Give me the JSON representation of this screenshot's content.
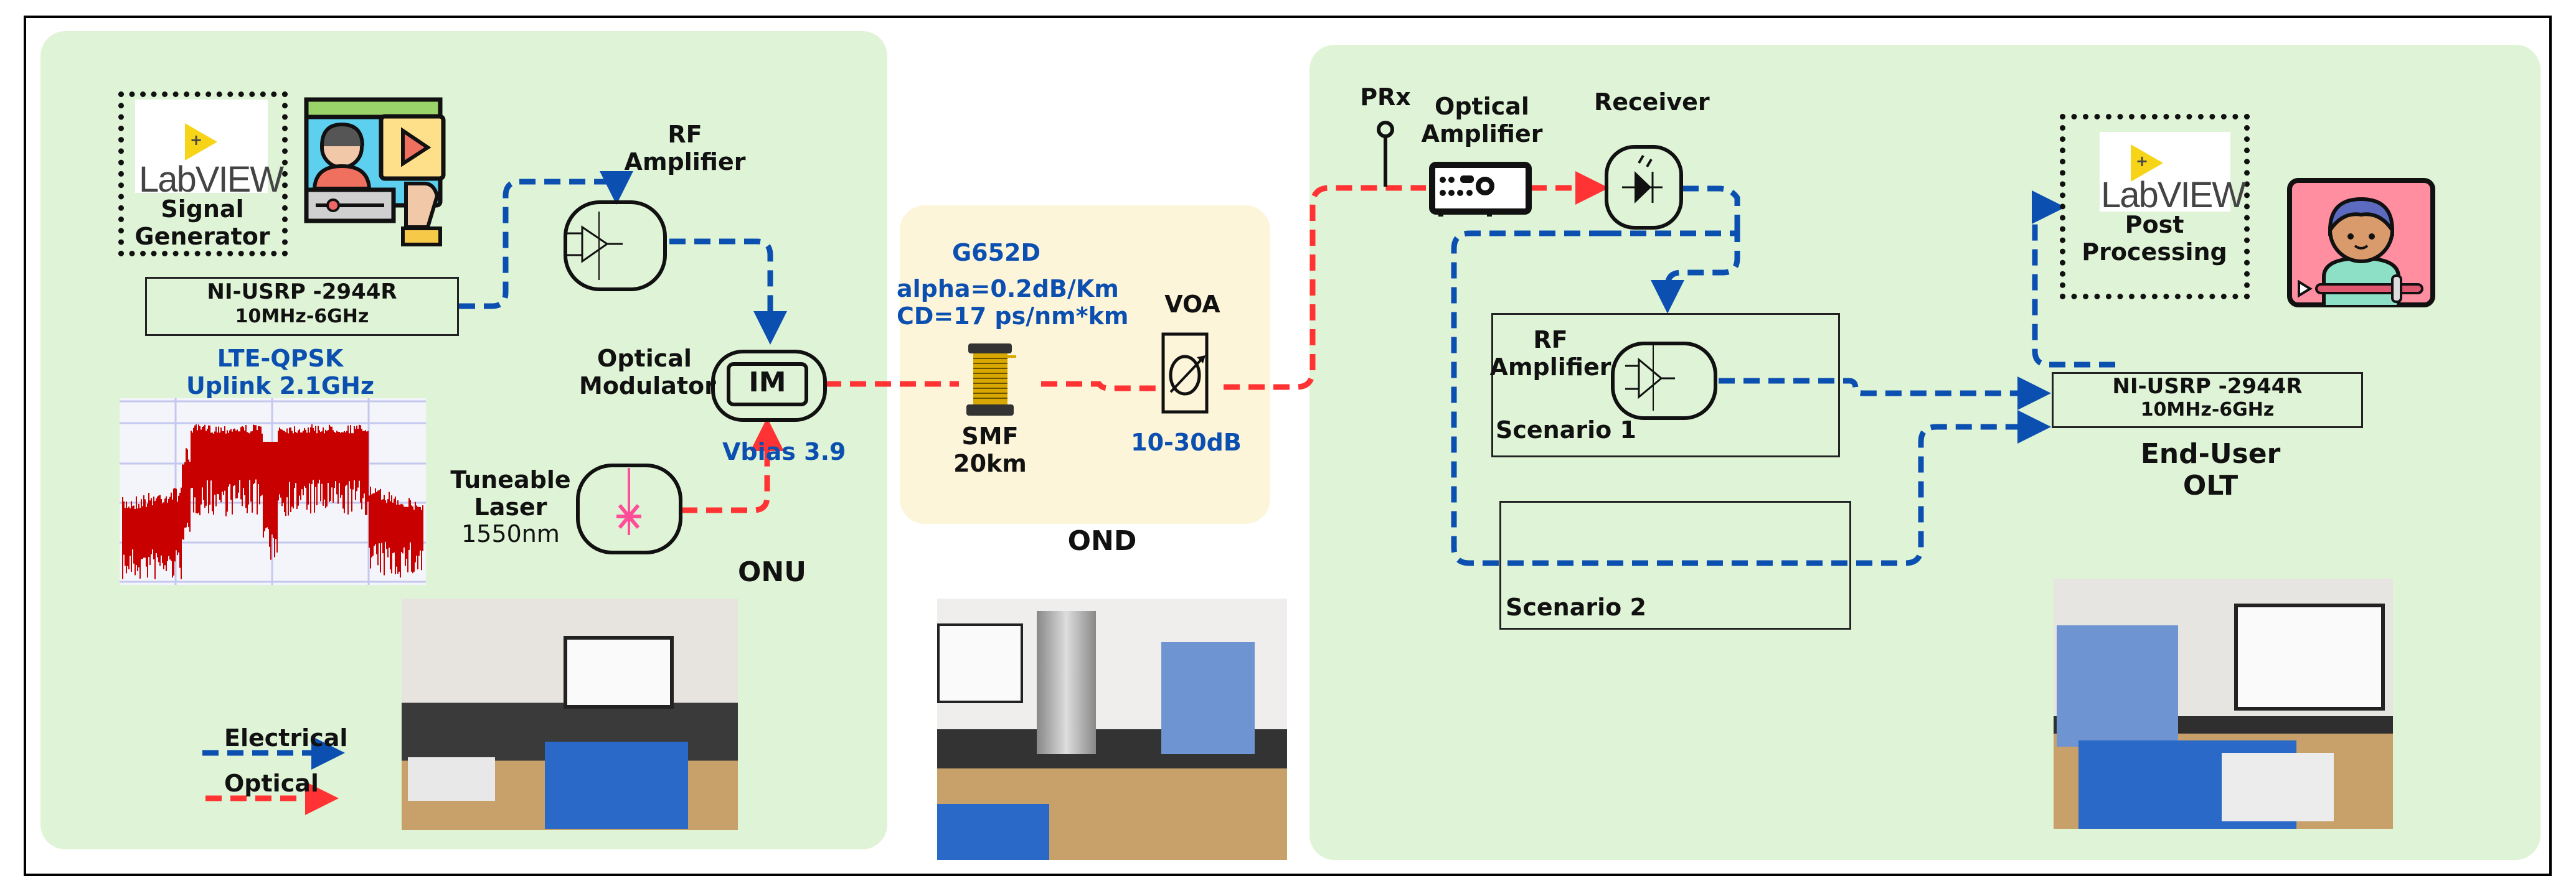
{
  "sections": {
    "onu": "ONU",
    "ond": "OND",
    "olt_line1": "End-User",
    "olt_line2": "OLT"
  },
  "onu": {
    "signal_generator_line1": "Signal",
    "signal_generator_line2": "Generator",
    "labview_word": "LabVIEW",
    "usrp_model": "NI-USRP -2944R",
    "usrp_range": "10MHz-6GHz",
    "signal_type_line1": "LTE-QPSK",
    "signal_type_line2": "Uplink 2.1GHz",
    "rf_amp_line1": "RF",
    "rf_amp_line2": "Amplifier",
    "modulator_line1": "Optical",
    "modulator_line2": "Modulator",
    "modulator_symbol": "IM",
    "vbias": "Vbias 3.9",
    "laser_line1": "Tuneable",
    "laser_line2": "Laser",
    "laser_wavelength": "1550nm"
  },
  "ond": {
    "fiber_standard": "G652D",
    "attenuation": "alpha=0.2dB/Km",
    "dispersion": "CD=17 ps/nm*km",
    "smf_line1": "SMF",
    "smf_line2": "20km",
    "voa_label": "VOA",
    "voa_range": "10-30dB"
  },
  "olt": {
    "prx": "PRx",
    "optical_amp_line1": "Optical",
    "optical_amp_line2": "Amplifier",
    "receiver": "Receiver",
    "rf_amp_line1": "RF",
    "rf_amp_line2": "Amplifier",
    "scenario1": "Scenario 1",
    "scenario2": "Scenario 2",
    "usrp_model": "NI-USRP -2944R",
    "usrp_range": "10MHz-6GHz",
    "labview_word": "LabVIEW",
    "post_line1": "Post",
    "post_line2": "Processing"
  },
  "legend": {
    "electrical": "Electrical",
    "optical": "Optical"
  },
  "colors": {
    "electrical": "#0b4fb1",
    "optical": "#ff3333",
    "panel_green": "#dff4d6",
    "panel_yellow": "#fdf5d9",
    "labview_yellow": "#f7d417",
    "spectrum_red": "#c80000"
  }
}
